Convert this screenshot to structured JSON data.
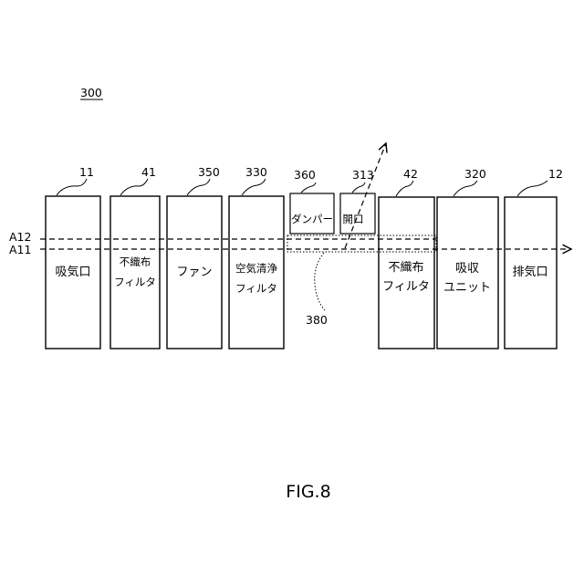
{
  "figure": {
    "label": "FIG.8",
    "system_ref": "300",
    "airflow_labels": {
      "upper": "A12",
      "lower": "A11"
    },
    "region_ref": "380",
    "opening_ref": "313",
    "components": [
      {
        "ref": "11",
        "lines": [
          "吸気口"
        ]
      },
      {
        "ref": "41",
        "lines": [
          "不織布",
          "フィルタ"
        ]
      },
      {
        "ref": "350",
        "lines": [
          "ファン"
        ]
      },
      {
        "ref": "330",
        "lines": [
          "空気清浄",
          "フィルタ"
        ]
      },
      {
        "ref": "360",
        "lines": [
          "ダンパー"
        ]
      },
      {
        "ref": "313",
        "lines": [
          "開口"
        ]
      },
      {
        "ref": "42",
        "lines": [
          "不織布",
          "フィルタ"
        ]
      },
      {
        "ref": "320",
        "lines": [
          "吸収",
          "ユニット"
        ]
      },
      {
        "ref": "12",
        "lines": [
          "排気口"
        ]
      }
    ]
  }
}
